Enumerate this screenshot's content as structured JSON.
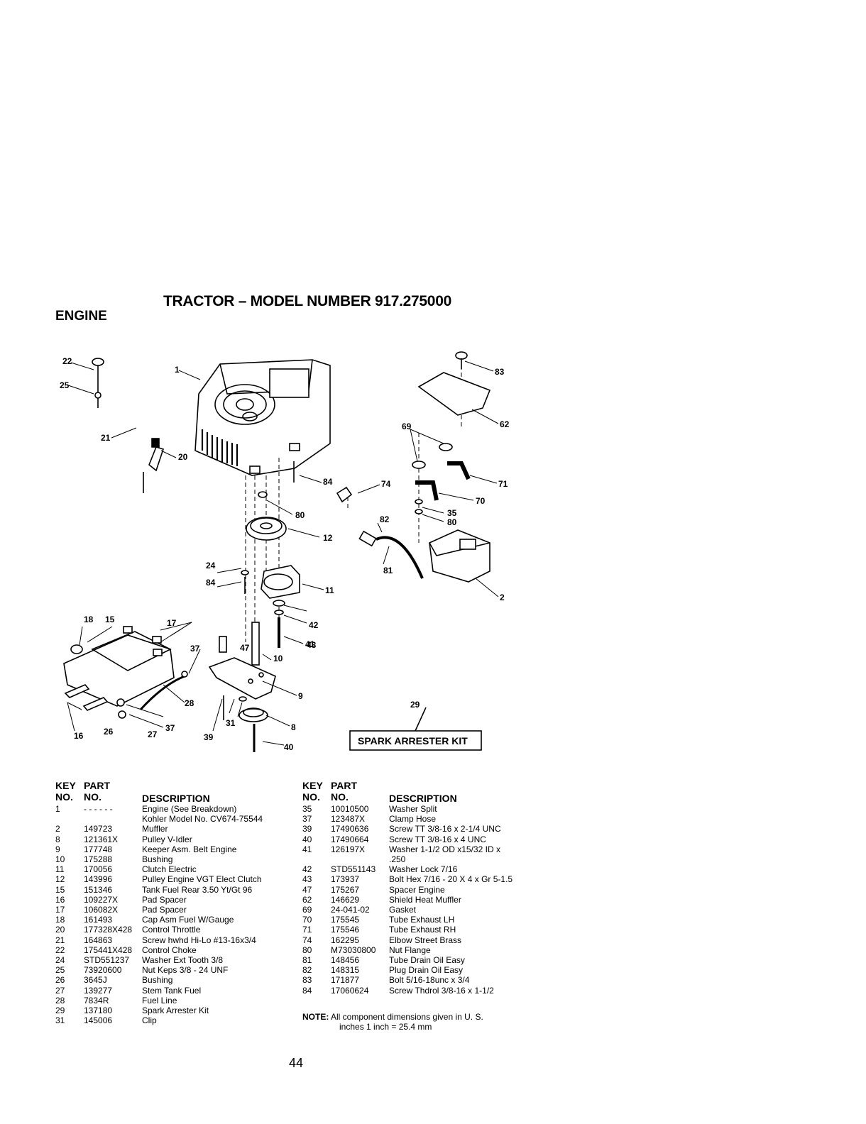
{
  "page": {
    "title": "TRACTOR – MODEL NUMBER 917.275000",
    "section": "ENGINE",
    "page_number": "44"
  },
  "diagram": {
    "kit_label": "SPARK ARRESTER KIT",
    "callouts": [
      "22",
      "25",
      "1",
      "21",
      "20",
      "84",
      "80",
      "74",
      "82",
      "81",
      "12",
      "24",
      "84",
      "11",
      "2",
      "69",
      "71",
      "70",
      "35",
      "80",
      "83",
      "62",
      "18",
      "15",
      "17",
      "37",
      "47",
      "10",
      "41",
      "42",
      "43",
      "9",
      "28",
      "29",
      "26",
      "37",
      "27",
      "16",
      "31",
      "39",
      "8",
      "40"
    ]
  },
  "table_headers": {
    "key": "KEY\nNO.",
    "part": "PART\nNO.",
    "description": "DESCRIPTION"
  },
  "left_parts": [
    {
      "key": "1",
      "part": "- - - - - -",
      "desc": "Engine (See Breakdown)\nKohler Model No. CV674-75544"
    },
    {
      "key": "2",
      "part": "149723",
      "desc": "Muffler"
    },
    {
      "key": "8",
      "part": "121361X",
      "desc": "Pulley V-Idler"
    },
    {
      "key": "9",
      "part": "177748",
      "desc": "Keeper Asm. Belt Engine"
    },
    {
      "key": "10",
      "part": "175288",
      "desc": "Bushing"
    },
    {
      "key": "11",
      "part": "170056",
      "desc": "Clutch Electric"
    },
    {
      "key": "12",
      "part": "143996",
      "desc": "Pulley Engine VGT Elect Clutch"
    },
    {
      "key": "15",
      "part": "151346",
      "desc": "Tank Fuel Rear 3.50 Yt/Gt 96"
    },
    {
      "key": "16",
      "part": "109227X",
      "desc": "Pad Spacer"
    },
    {
      "key": "17",
      "part": "106082X",
      "desc": "Pad Spacer"
    },
    {
      "key": "18",
      "part": "161493",
      "desc": "Cap Asm Fuel W/Gauge"
    },
    {
      "key": "20",
      "part": "177328X428",
      "desc": "Control Throttle"
    },
    {
      "key": "21",
      "part": "164863",
      "desc": "Screw hwhd Hi-Lo #13-16x3/4"
    },
    {
      "key": "22",
      "part": "175441X428",
      "desc": "Control Choke"
    },
    {
      "key": "24",
      "part": "STD551237",
      "desc": "Washer Ext Tooth 3/8"
    },
    {
      "key": "25",
      "part": "73920600",
      "desc": "Nut Keps 3/8 - 24 UNF"
    },
    {
      "key": "26",
      "part": "3645J",
      "desc": "Bushing"
    },
    {
      "key": "27",
      "part": "139277",
      "desc": "Stem Tank Fuel"
    },
    {
      "key": "28",
      "part": "7834R",
      "desc": "Fuel Line"
    },
    {
      "key": "29",
      "part": "137180",
      "desc": "Spark Arrester Kit"
    },
    {
      "key": "31",
      "part": "145006",
      "desc": "Clip"
    }
  ],
  "right_parts": [
    {
      "key": "35",
      "part": "10010500",
      "desc": "Washer Split"
    },
    {
      "key": "37",
      "part": "123487X",
      "desc": "Clamp Hose"
    },
    {
      "key": "39",
      "part": "17490636",
      "desc": "Screw TT 3/8-16 x 2-1/4 UNC"
    },
    {
      "key": "40",
      "part": "17490664",
      "desc": "Screw TT 3/8-16 x 4 UNC"
    },
    {
      "key": "41",
      "part": "126197X",
      "desc": "Washer 1-1/2 OD x15/32 ID x\n.250"
    },
    {
      "key": "42",
      "part": "STD551143",
      "desc": "Washer Lock 7/16"
    },
    {
      "key": "43",
      "part": "173937",
      "desc": "Bolt Hex 7/16 - 20 X 4 x Gr 5-1.5"
    },
    {
      "key": "47",
      "part": "175267",
      "desc": "Spacer Engine"
    },
    {
      "key": "62",
      "part": "146629",
      "desc": "Shield Heat Muffler"
    },
    {
      "key": "69",
      "part": "24-041-02",
      "desc": "Gasket"
    },
    {
      "key": "70",
      "part": "175545",
      "desc": "Tube Exhaust LH"
    },
    {
      "key": "71",
      "part": "175546",
      "desc": "Tube Exhaust RH"
    },
    {
      "key": "74",
      "part": "162295",
      "desc": "Elbow Street Brass"
    },
    {
      "key": "80",
      "part": "M73030800",
      "desc": "Nut Flange"
    },
    {
      "key": "81",
      "part": "148456",
      "desc": "Tube Drain Oil Easy"
    },
    {
      "key": "82",
      "part": "148315",
      "desc": "Plug Drain Oil Easy"
    },
    {
      "key": "83",
      "part": "171877",
      "desc": "Bolt 5/16-18unc x 3/4"
    },
    {
      "key": "84",
      "part": "17060624",
      "desc": "Screw Thdrol 3/8-16 x 1-1/2"
    }
  ],
  "note": {
    "label": "NOTE:",
    "line1": "All component dimensions given in U. S.",
    "line2": "inches 1 inch = 25.4 mm"
  }
}
